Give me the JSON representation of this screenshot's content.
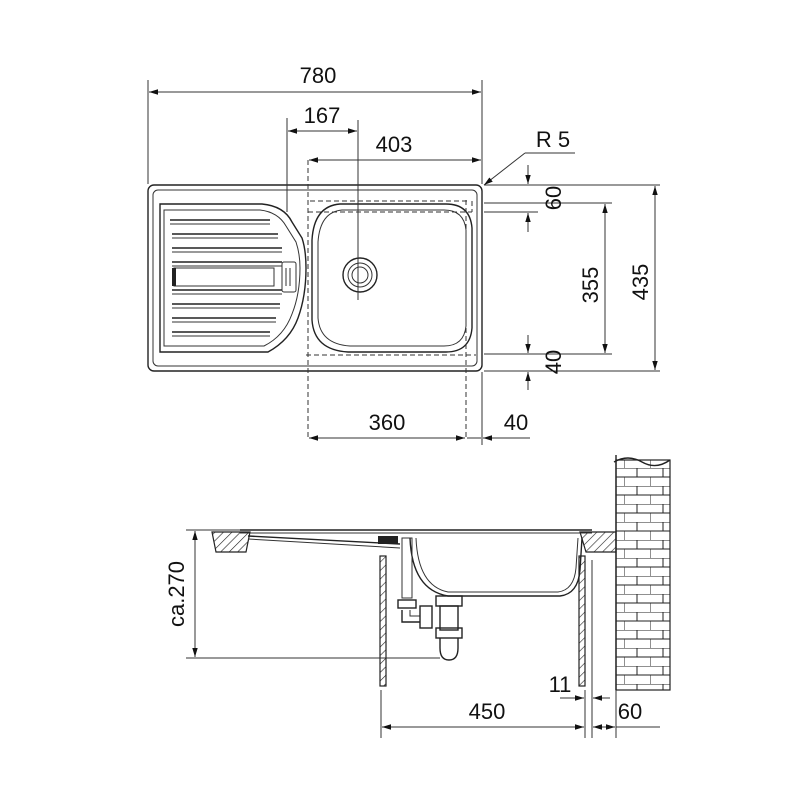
{
  "top_view": {
    "dimensions": {
      "overall_width": "780",
      "drainer_offset": "167",
      "bowl_width": "403",
      "corner_radius": "R 5",
      "top_margin": "60",
      "bowl_depth": "355",
      "overall_depth": "435",
      "bottom_margin": "40",
      "cutout_width": "360",
      "right_margin": "40"
    }
  },
  "side_view": {
    "dimensions": {
      "installation_depth": "ca.270",
      "cabinet_width": "450",
      "wall_gap": "11",
      "wall_thickness": "60"
    }
  }
}
